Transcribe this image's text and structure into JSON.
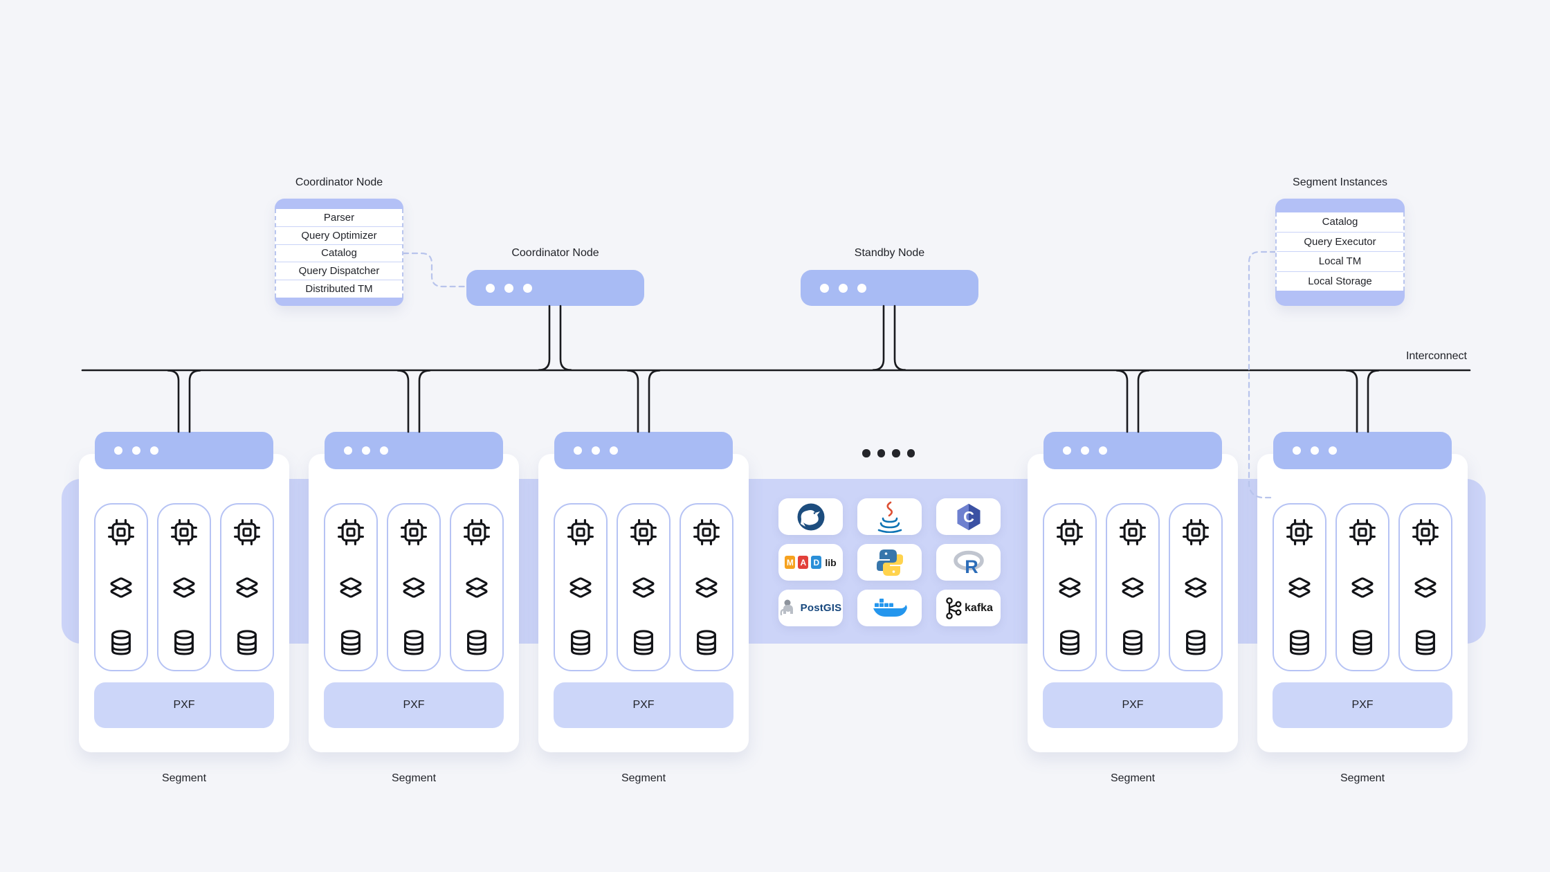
{
  "coordinator_box": {
    "title": "Coordinator Node",
    "rows": [
      "Parser",
      "Query Optimizer",
      "Catalog",
      "Query Dispatcher",
      "Distributed TM"
    ]
  },
  "segment_instances_box": {
    "title": "Segment Instances",
    "rows": [
      "Catalog",
      "Query Executor",
      "Local TM",
      "Local Storage"
    ]
  },
  "coordinator_node": {
    "title": "Coordinator Node"
  },
  "standby_node": {
    "title": "Standby Node"
  },
  "interconnect_label": "Interconnect",
  "segments": [
    {
      "label": "Segment",
      "pxf_label": "PXF"
    },
    {
      "label": "Segment",
      "pxf_label": "PXF"
    },
    {
      "label": "Segment",
      "pxf_label": "PXF"
    },
    {
      "label": "Segment",
      "pxf_label": "PXF"
    },
    {
      "label": "Segment",
      "pxf_label": "PXF"
    }
  ],
  "integrations": {
    "logo_names": [
      "goose-db-logo",
      "java-logo",
      "c-language-logo",
      "madlib-logo",
      "python-logo",
      "r-language-logo",
      "postgis-logo",
      "docker-logo",
      "kafka-logo"
    ],
    "c_label": "C",
    "madlib_m": "M",
    "madlib_a": "A",
    "madlib_d": "D",
    "madlib_lib": "lib",
    "r_label": "R",
    "postgis_label": "PostGIS",
    "kafka_label": "kafka"
  },
  "colors": {
    "background": "#f4f5f9",
    "node_fill": "#a8bbf4",
    "band_fill": "#ccd4f8",
    "card_border": "#b6c3f4",
    "bar_fill": "#b3c0f6",
    "line": "#191a1e",
    "dashed_connector": "#b8c4ec",
    "icon_stroke": "#121317"
  }
}
